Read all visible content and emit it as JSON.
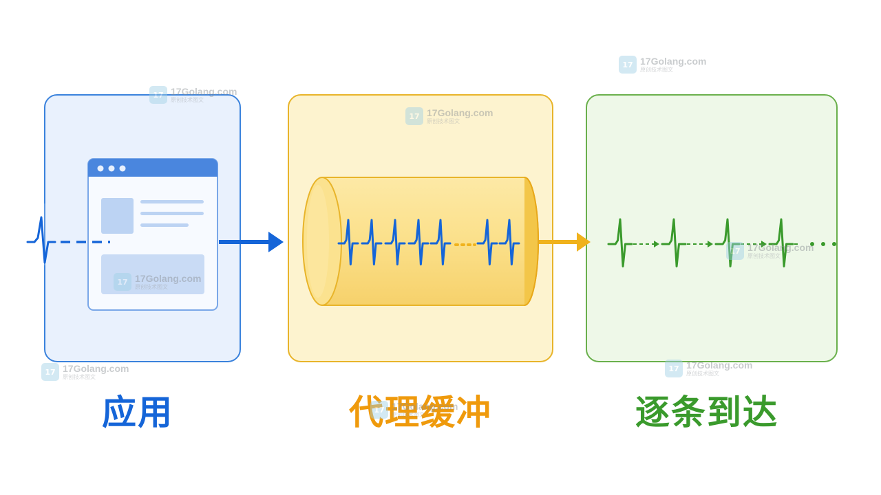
{
  "stages": [
    {
      "label": "应用",
      "color": "#1565d8"
    },
    {
      "label": "代理缓冲",
      "color": "#ef9a0c"
    },
    {
      "label": "逐条到达",
      "color": "#3a9a2c"
    }
  ],
  "colors": {
    "app_border": "#3a82dc",
    "app_fill": "#e9f1fd",
    "proxy_border": "#e8b42a",
    "proxy_fill": "#fdf3cf",
    "arrive_border": "#6ab04c",
    "arrive_fill": "#eef8e8",
    "arrow_blue": "#1565d8",
    "arrow_yellow": "#f0b21c"
  },
  "icons": {
    "window": "app-window-icon",
    "pulse": "heartbeat-pulse-icon",
    "buffer": "cylinder-buffer-icon"
  },
  "watermark": {
    "text": "17Golang.com",
    "sub": "原创技术图文",
    "logo": "17"
  }
}
